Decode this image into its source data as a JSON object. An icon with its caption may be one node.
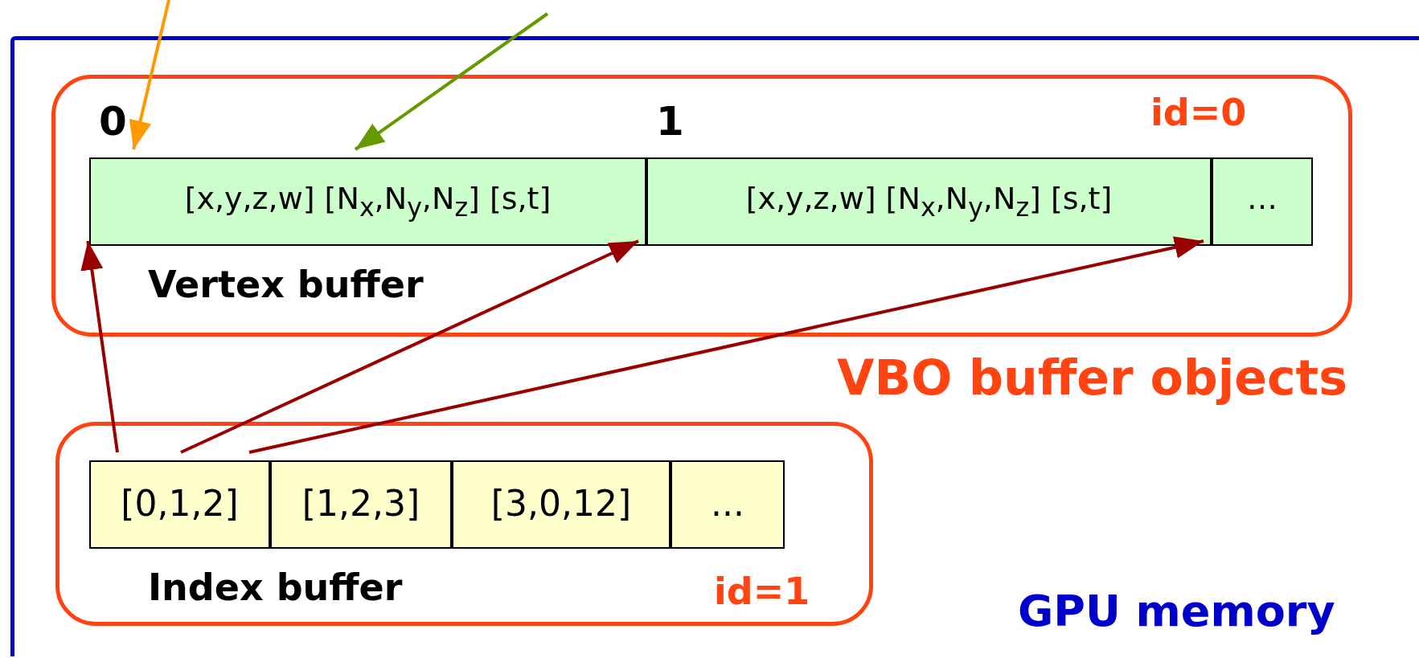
{
  "diagram": {
    "nodes": [
      {
        "text": [
          "GPU memory"
        ]
      },
      {
        "text": [
          "id=0",
          "Vertex buffer"
        ],
        "in": 0
      },
      {
        "text": [
          "[x,y,z,w] [N$_{x}$,N$_{y}$,N$_{z}$] [s,t]"
        ],
        "in": 1,
        "beside": [
          "0"
        ]
      },
      {
        "text": [
          "[x,y,z,w] [N$_{x}$,N$_{y}$,N$_{z}$] [s,t]"
        ],
        "in": 1,
        "beside": [
          "1"
        ]
      },
      {
        "text": [
          "…"
        ],
        "in": 1
      },
      {
        "text": [
          "Index buffer",
          "id=1"
        ],
        "in": 0
      },
      {
        "text": [
          "[0,1,2]"
        ],
        "in": 5
      },
      {
        "text": [
          "[1,2,3]"
        ],
        "in": 5
      },
      {
        "text": [
          "[3,0,12]"
        ],
        "in": 5
      },
      {
        "text": [
          "..."
        ],
        "in": 5
      }
    ],
    "edges": [
      {
        "from": null,
        "to": 2,
        "arrow": "to",
        "color": "#ff9900"
      },
      {
        "from": null,
        "to": 2,
        "arrow": "to",
        "color": "#669900"
      },
      {
        "from": 6,
        "to": 2,
        "arrow": "to"
      },
      {
        "from": 6,
        "to": 3,
        "arrow": "to"
      },
      {
        "from": 6,
        "to": 4,
        "arrow": "to"
      }
    ],
    "labels": [
      "VBO buffer objects"
    ]
  }
}
